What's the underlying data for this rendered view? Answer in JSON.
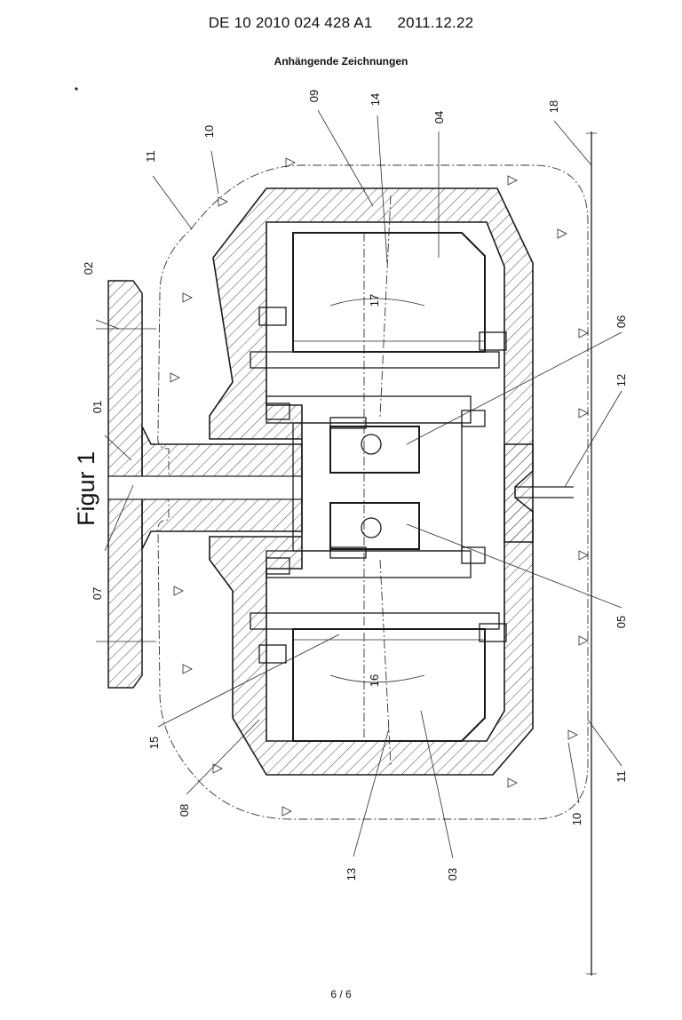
{
  "header": {
    "doc_number": "DE 10 2010 024 428 A1",
    "date": "2011.12.22"
  },
  "subtitle": "Anhängende Zeichnungen",
  "figure_title": "Figur 1",
  "labels": {
    "l01": "01",
    "l02": "02",
    "l03": "03",
    "l04": "04",
    "l05": "05",
    "l06": "06",
    "l07": "07",
    "l08": "08",
    "l09": "09",
    "l10a": "10",
    "l10b": "10",
    "l11a": "11",
    "l11b": "11",
    "l12": "12",
    "l13": "13",
    "l14": "14",
    "l15": "15",
    "l16": "16",
    "l17": "17",
    "l18": "18"
  },
  "footer": {
    "page": "6 / 6"
  }
}
